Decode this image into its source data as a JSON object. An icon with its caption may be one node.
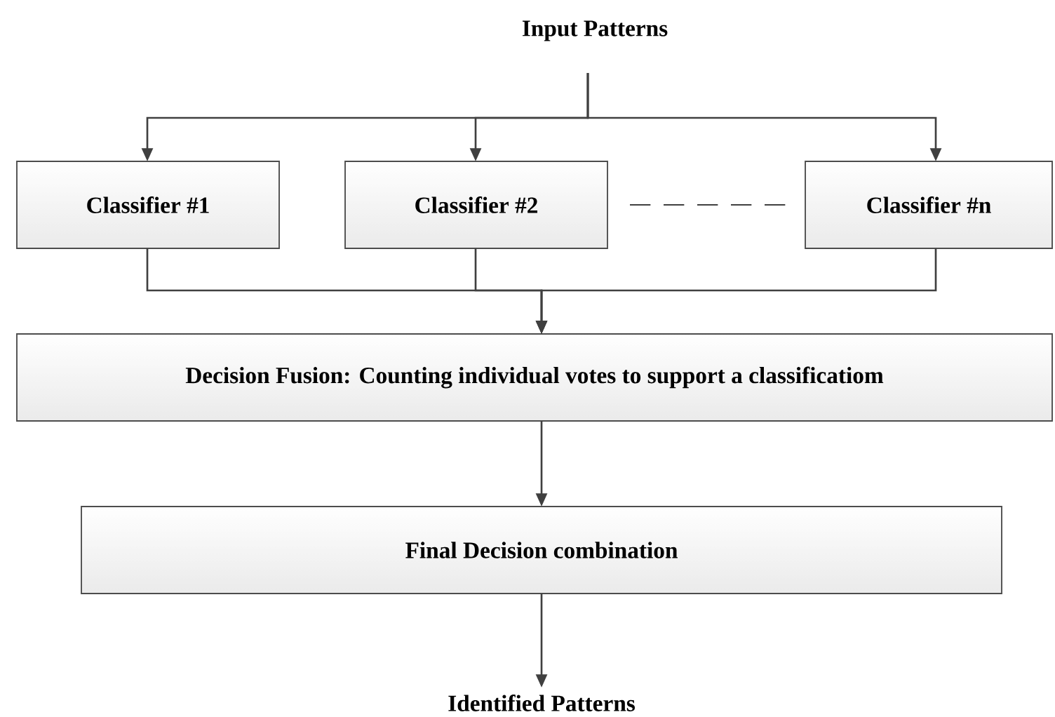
{
  "diagram": {
    "nodes": [
      {
        "text": [
          "Input Patterns"
        ]
      },
      {
        "text": [
          "Classifier #1"
        ]
      },
      {
        "text": [
          "Classifier #2"
        ]
      },
      {
        "text": [
          "Classifier #n"
        ]
      },
      {
        "text": [
          "Decision Fusion: Counting individual votes to support a classificatiom"
        ]
      },
      {
        "text": [
          "Final Decision combination"
        ]
      },
      {
        "text": [
          "Identified Patterns"
        ]
      }
    ],
    "edges": [
      {
        "from": 0,
        "to": 1,
        "arrow": "to"
      },
      {
        "from": 0,
        "to": 2,
        "arrow": "to"
      },
      {
        "from": 0,
        "to": 3,
        "arrow": "to"
      },
      {
        "from": 1,
        "to": 4,
        "arrow": "to"
      },
      {
        "from": 2,
        "to": 4,
        "arrow": "to"
      },
      {
        "from": 3,
        "to": 4,
        "arrow": "to"
      },
      {
        "from": 4,
        "to": 5,
        "arrow": "to"
      },
      {
        "from": 5,
        "to": 6,
        "arrow": "to"
      }
    ]
  }
}
